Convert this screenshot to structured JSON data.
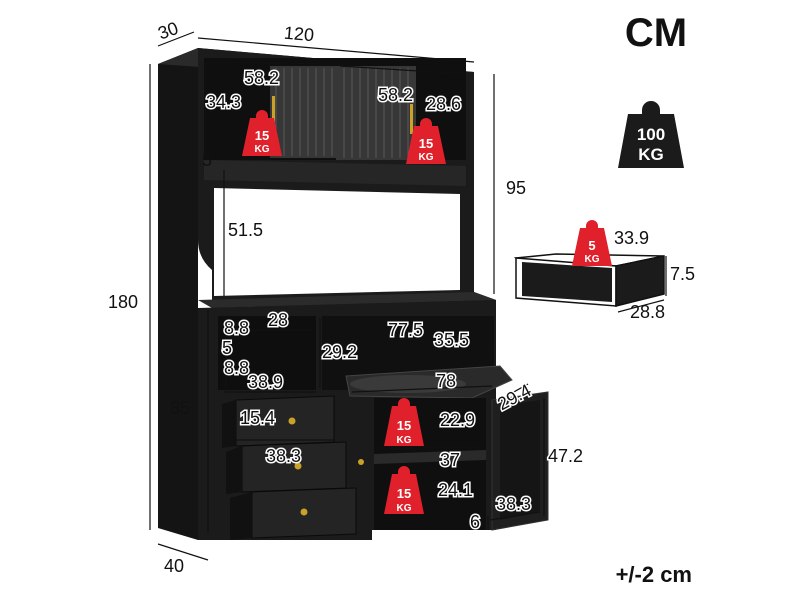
{
  "unit_label": "CM",
  "tolerance_label": "+/-2 cm",
  "overall": {
    "depth_top": "30",
    "width": "120",
    "height": "180",
    "top_height": "95",
    "bottom_height": "85",
    "depth_bottom": "40"
  },
  "upper": {
    "door_width_left": "58.2",
    "door_width_right": "58.2",
    "door_height": "34.3",
    "shelf_depth": "28.6",
    "shelf_gap": "5",
    "open_height": "51.5"
  },
  "lower": {
    "left_compartment_width": "28",
    "left_shelf_1": "8.8",
    "left_gap": "5",
    "left_shelf_2": "8.8",
    "left_section_width": "38.9",
    "counter_width": "77.5",
    "counter_depth": "35.5",
    "counter_height": "29.2",
    "lower_width": "78",
    "door_depth": "29.4",
    "drawer_height_top": "15.4",
    "drawer_width": "38.3",
    "cabinet_shelf_height_top": "22.9",
    "cabinet_width": "37",
    "cabinet_shelf_height_bottom": "24.1",
    "door_height": "47.2",
    "door_width": "38.3",
    "base_height": "6"
  },
  "drawer_detail": {
    "width": "33.9",
    "height": "7.5",
    "depth": "28.8"
  },
  "loads": {
    "upper_left": {
      "value": "15",
      "unit": "KG"
    },
    "upper_right": {
      "value": "15",
      "unit": "KG"
    },
    "drawer": {
      "value": "5",
      "unit": "KG"
    },
    "cabinet_top": {
      "value": "15",
      "unit": "KG"
    },
    "cabinet_bottom": {
      "value": "15",
      "unit": "KG"
    },
    "total": {
      "value": "100",
      "unit": "KG"
    }
  },
  "colors": {
    "cabinet": "#1b1b1b",
    "edge": "#3a3a3a",
    "weight_red": "#e0202a",
    "glass": "#4a4a4a",
    "handle": "#c9a227"
  }
}
